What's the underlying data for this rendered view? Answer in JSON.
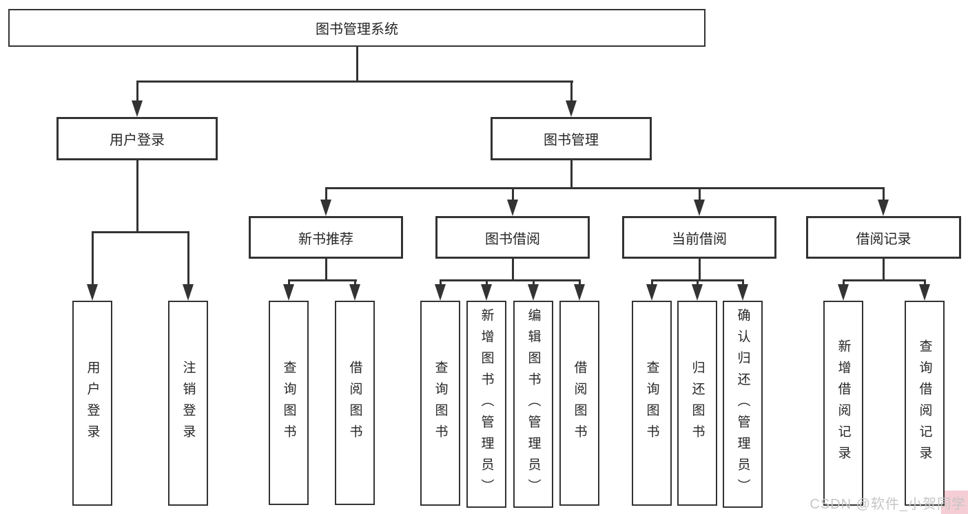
{
  "diagram_title": "图书管理系统",
  "nodes": {
    "root": "图书管理系统",
    "user_login": "用户登录",
    "book_management": "图书管理",
    "new_book_recommend": "新书推荐",
    "book_borrowing": "图书借阅",
    "current_borrowing": "当前借阅",
    "borrowing_records": "借阅记录",
    "leaf_user_login": "用户登录",
    "leaf_logout": "注销登录",
    "leaf_query_books_a": "查询图书",
    "leaf_borrow_books_a": "借阅图书",
    "leaf_query_books_b": "查询图书",
    "leaf_add_books_admin": "新增图书（管理员）",
    "leaf_edit_books_admin": "编辑图书（管理员）",
    "leaf_borrow_books_b": "借阅图书",
    "leaf_query_books_c": "查询图书",
    "leaf_return_books": "归还图书",
    "leaf_confirm_return_admin": "确认归还（管理员）",
    "leaf_add_borrow_record": "新增借阅记录",
    "leaf_query_borrow_record": "查询借阅记录"
  },
  "watermark": {
    "text": "CSDN @软件_小贺同学"
  },
  "colors": {
    "line": "#333333",
    "box_border": "#333333",
    "text": "#262626",
    "watermark_text": "#c6c6c6",
    "watermark_accent": "#f5cdd5",
    "background": "#ffffff"
  }
}
